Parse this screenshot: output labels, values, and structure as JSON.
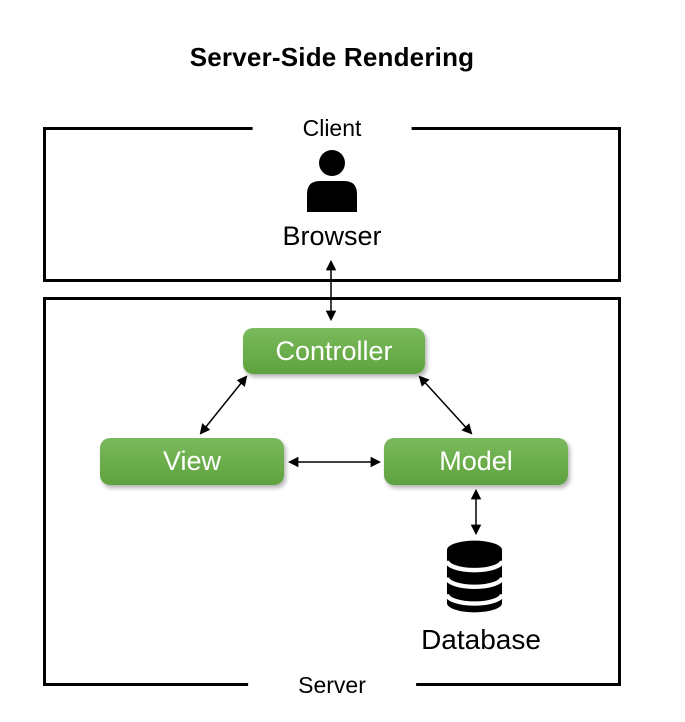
{
  "title": "Server-Side Rendering",
  "colors": {
    "accent_green": "#6cae4c",
    "accent_green_light": "#7aba5d",
    "accent_green_dark": "#5ea23f",
    "line": "#000000",
    "text": "#000000",
    "button_text": "#ffffff"
  },
  "client": {
    "label": "Client",
    "browser_label": "Browser",
    "icons": [
      {
        "name": "person-icon"
      }
    ]
  },
  "server": {
    "label": "Server",
    "components": [
      {
        "id": "controller",
        "label": "Controller"
      },
      {
        "id": "view",
        "label": "View"
      },
      {
        "id": "model",
        "label": "Model"
      }
    ],
    "database_label": "Database",
    "icons": [
      {
        "name": "database-icon"
      }
    ]
  },
  "connections": [
    {
      "from": "Browser",
      "to": "Controller",
      "bidirectional": true
    },
    {
      "from": "Controller",
      "to": "View",
      "bidirectional": true
    },
    {
      "from": "Controller",
      "to": "Model",
      "bidirectional": true
    },
    {
      "from": "View",
      "to": "Model",
      "bidirectional": true
    },
    {
      "from": "Model",
      "to": "Database",
      "bidirectional": true
    }
  ]
}
